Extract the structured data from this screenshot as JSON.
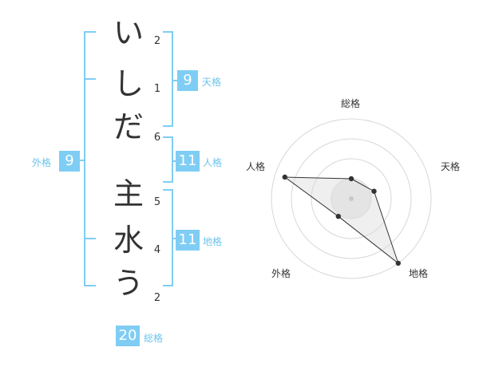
{
  "name": {
    "surname": [
      {
        "char": "い",
        "strokes": "2"
      },
      {
        "char": "し",
        "strokes": "1"
      },
      {
        "char": "だ",
        "strokes": "6"
      }
    ],
    "given": [
      {
        "char": "主",
        "strokes": "5"
      },
      {
        "char": "水",
        "strokes": "4"
      },
      {
        "char": "う",
        "strokes": "2"
      }
    ]
  },
  "fortune": {
    "tenkaku": {
      "label": "天格",
      "value": "9"
    },
    "jinkaku": {
      "label": "人格",
      "value": "11"
    },
    "chikaku": {
      "label": "地格",
      "value": "11"
    },
    "gaikaku": {
      "label": "外格",
      "value": "9"
    },
    "soukaku": {
      "label": "総格",
      "value": "20"
    }
  },
  "colors": {
    "accent": "#7fcdf4",
    "bracket": "#7fcdf4",
    "text": "#333333"
  },
  "chart_data": {
    "type": "radar",
    "axes": [
      "総格",
      "天格",
      "地格",
      "外格",
      "人格"
    ],
    "max": 4,
    "rings": 4,
    "values": [
      1.0,
      1.2,
      4.0,
      1.1,
      3.5
    ]
  }
}
